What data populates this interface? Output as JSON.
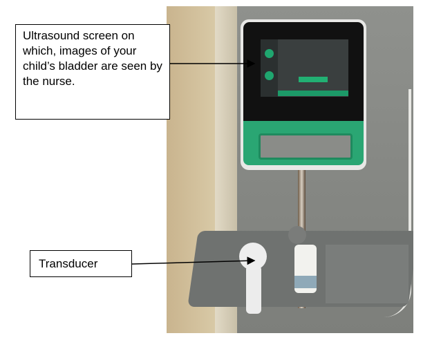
{
  "callouts": {
    "screen": "Ultrasound screen on which, images of your child’s bladder are seen by the nurse.",
    "transducer": "Transducer"
  },
  "photo": {
    "subject": "bladder-scanner-on-cart"
  },
  "colors": {
    "device_green": "#2aa673",
    "border": "#000000"
  }
}
